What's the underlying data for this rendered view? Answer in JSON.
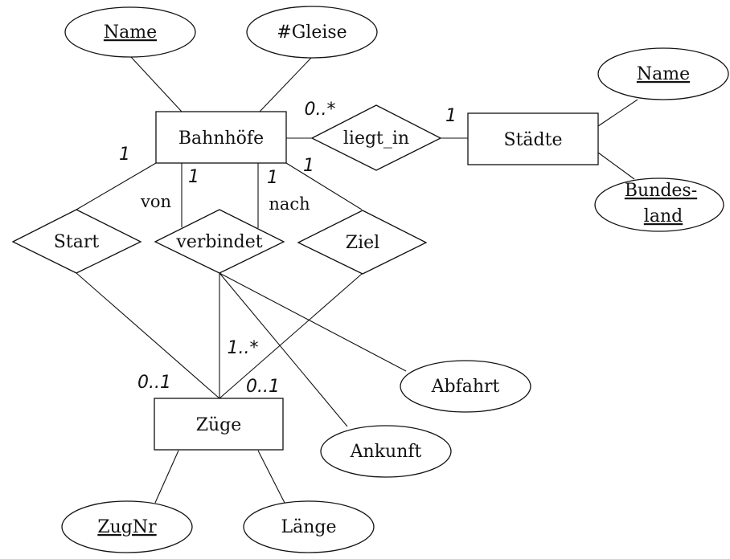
{
  "diagram": {
    "type": "er-diagram",
    "entities": [
      {
        "id": "bahnhoefe",
        "label": "Bahnhöfe"
      },
      {
        "id": "staedte",
        "label": "Städte"
      },
      {
        "id": "zuege",
        "label": "Züge"
      }
    ],
    "relationships": [
      {
        "id": "liegt_in",
        "label": "liegt_in"
      },
      {
        "id": "start",
        "label": "Start"
      },
      {
        "id": "verbindet",
        "label": "verbindet"
      },
      {
        "id": "ziel",
        "label": "Ziel"
      }
    ],
    "attributes": [
      {
        "id": "bf_name",
        "owner": "bahnhoefe",
        "lines": [
          "Name"
        ],
        "key": true
      },
      {
        "id": "bf_gleise",
        "owner": "bahnhoefe",
        "lines": [
          "#Gleise"
        ],
        "key": false
      },
      {
        "id": "st_name",
        "owner": "staedte",
        "lines": [
          "Name"
        ],
        "key": true
      },
      {
        "id": "st_bundesland",
        "owner": "staedte",
        "lines": [
          "Bundes-",
          "land"
        ],
        "key": true
      },
      {
        "id": "vb_abfahrt",
        "owner": "verbindet",
        "lines": [
          "Abfahrt"
        ],
        "key": false
      },
      {
        "id": "vb_ankunft",
        "owner": "verbindet",
        "lines": [
          "Ankunft"
        ],
        "key": false
      },
      {
        "id": "zg_zugnr",
        "owner": "zuege",
        "lines": [
          "ZugNr"
        ],
        "key": true
      },
      {
        "id": "zg_laenge",
        "owner": "zuege",
        "lines": [
          "Länge"
        ],
        "key": false
      }
    ],
    "links": [
      {
        "from": "bahnhoefe",
        "to": "liegt_in",
        "cardinality": "0..*"
      },
      {
        "from": "liegt_in",
        "to": "staedte",
        "cardinality": "1"
      },
      {
        "from": "bahnhoefe",
        "to": "start",
        "cardinality": "1"
      },
      {
        "from": "bahnhoefe",
        "to": "verbindet",
        "role": "von",
        "cardinality": "1"
      },
      {
        "from": "bahnhoefe",
        "to": "verbindet",
        "role": "nach",
        "cardinality": "1"
      },
      {
        "from": "bahnhoefe",
        "to": "ziel",
        "cardinality": "1"
      },
      {
        "from": "start",
        "to": "zuege",
        "cardinality": "0..1"
      },
      {
        "from": "verbindet",
        "to": "zuege",
        "cardinality": "1..*"
      },
      {
        "from": "ziel",
        "to": "zuege",
        "cardinality": "0..1"
      }
    ]
  }
}
